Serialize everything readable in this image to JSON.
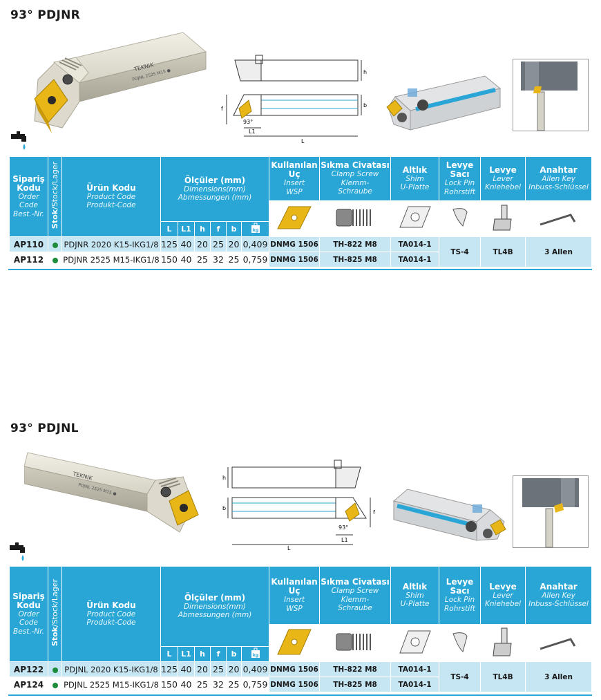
{
  "sections": [
    {
      "title": "93° PDJNR",
      "rows": [
        {
          "siparis": "AP110",
          "product": "PDJNR 2020 K15-IKG1/8",
          "L": "125",
          "L1": "40",
          "h": "20",
          "f": "25",
          "b": "20",
          "kg": "0,409",
          "insert": "DNMG 1506",
          "screw": "TH-822 M8",
          "shim": "TA014-1"
        },
        {
          "siparis": "AP112",
          "product": "PDJNR 2525 M15-IKG1/8",
          "L": "150",
          "L1": "40",
          "h": "25",
          "f": "32",
          "b": "25",
          "kg": "0,759",
          "insert": "DNMG 1506",
          "screw": "TH-825 M8",
          "shim": "TA014-1"
        }
      ],
      "lockpin": "TS-4",
      "lever": "TL4B",
      "allen": "3 Allen"
    },
    {
      "title": "93° PDJNL",
      "rows": [
        {
          "siparis": "AP122",
          "product": "PDJNL 2020 K15-IKG1/8",
          "L": "125",
          "L1": "40",
          "h": "20",
          "f": "25",
          "b": "20",
          "kg": "0,409",
          "insert": "DNMG 1506",
          "screw": "TH-822 M8",
          "shim": "TA014-1"
        },
        {
          "siparis": "AP124",
          "product": "PDJNL 2525 M15-IKG1/8",
          "L": "150",
          "L1": "40",
          "h": "25",
          "f": "32",
          "b": "25",
          "kg": "0,759",
          "insert": "DNMG 1506",
          "screw": "TH-825 M8",
          "shim": "TA014-1"
        }
      ],
      "lockpin": "TS-4",
      "lever": "TL4B",
      "allen": "3 Allen"
    }
  ],
  "headers": {
    "siparis": [
      "Sipariş",
      "Kodu"
    ],
    "siparis_sub": [
      "Order",
      "Code",
      "Best.-Nr."
    ],
    "stok_bold": "Stok",
    "stok_rest": "/Stock/Lager",
    "urun": "Ürün Kodu",
    "urun_sub": [
      "Product Code",
      "Produkt-Code"
    ],
    "olculer": "Ölçüler (mm)",
    "olculer_sub": [
      "Dimensions(mm)",
      "Abmessungen (mm)"
    ],
    "kullanilan": [
      "Kullanılan",
      "Uç"
    ],
    "kullanilan_sub": [
      "Insert",
      "WSP"
    ],
    "sikma": "Sıkma Civatası",
    "sikma_sub": [
      "Clamp Screw",
      "Klemm-",
      "Schraube"
    ],
    "altlik": "Altlık",
    "altlik_sub": [
      "Shim",
      "U-Platte"
    ],
    "levye_saci": [
      "Levye",
      "Sacı"
    ],
    "levye_saci_sub": [
      "Lock Pin",
      "Rohrstift"
    ],
    "levye": "Levye",
    "levye_sub": [
      "Lever",
      "Kniehebel"
    ],
    "anahtar": "Anahtar",
    "anahtar_sub": [
      "Allen Key",
      "Inbuss-Schlüssel"
    ],
    "dims": [
      "L",
      "L1",
      "h",
      "f",
      "b"
    ],
    "kg": "kg"
  },
  "drawing_labels": {
    "h": "h",
    "f": "f",
    "b": "b",
    "L": "L",
    "L1": "L1",
    "angle": "93°",
    "brand": "TEKNIK",
    "marking_r": "PDJNL 2525 M15 ●",
    "marking_l": "PDJNL 2525 M15 ●"
  },
  "colors": {
    "accent": "#29a6d6",
    "row_alt": "#c6e6f3",
    "stock_dot": "#1e8a3c",
    "insert_gold": "#e8b617"
  }
}
